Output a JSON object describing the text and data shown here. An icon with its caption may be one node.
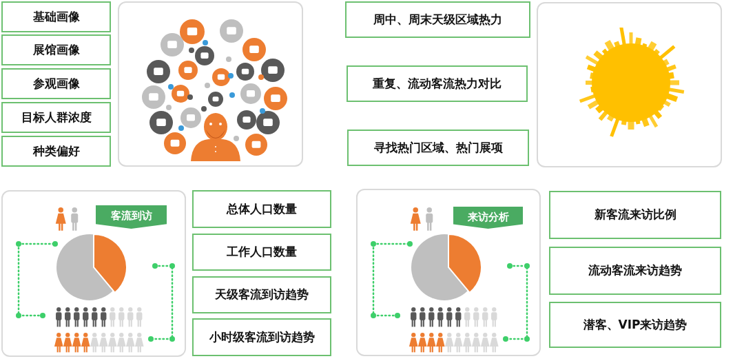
{
  "diagram": {
    "nodes": [
      {
        "text": [
          "基础画像"
        ]
      },
      {
        "text": [
          "展馆画像"
        ]
      },
      {
        "text": [
          "参观画像"
        ]
      },
      {
        "text": [
          "目标人群浓度"
        ]
      },
      {
        "text": [
          "种类偏好"
        ]
      },
      {
        "text": [],
        "shape": "picture"
      },
      {
        "text": [
          "周中、周末天级区域热力"
        ]
      },
      {
        "text": [
          "重复、流动客流热力对比"
        ]
      },
      {
        "text": [
          "寻找热门区域、热门展项"
        ]
      },
      {
        "text": [],
        "shape": "picture"
      },
      {
        "text": [],
        "shape": "box"
      },
      {
        "text": [
          "客流到访"
        ],
        "in": 10
      },
      {
        "text": [
          "总体人口数量"
        ]
      },
      {
        "text": [
          "工作人口数量"
        ]
      },
      {
        "text": [
          "天级客流到访趋势"
        ]
      },
      {
        "text": [
          "小时级客流到访趋势"
        ]
      },
      {
        "text": [],
        "shape": "box"
      },
      {
        "text": [
          "来访分析"
        ],
        "in": 16
      },
      {
        "text": [
          "新客流来访比例"
        ]
      },
      {
        "text": [
          "流动客流来访趋势"
        ]
      },
      {
        "text": [
          "潜客、VIP来访趋势"
        ]
      }
    ]
  }
}
